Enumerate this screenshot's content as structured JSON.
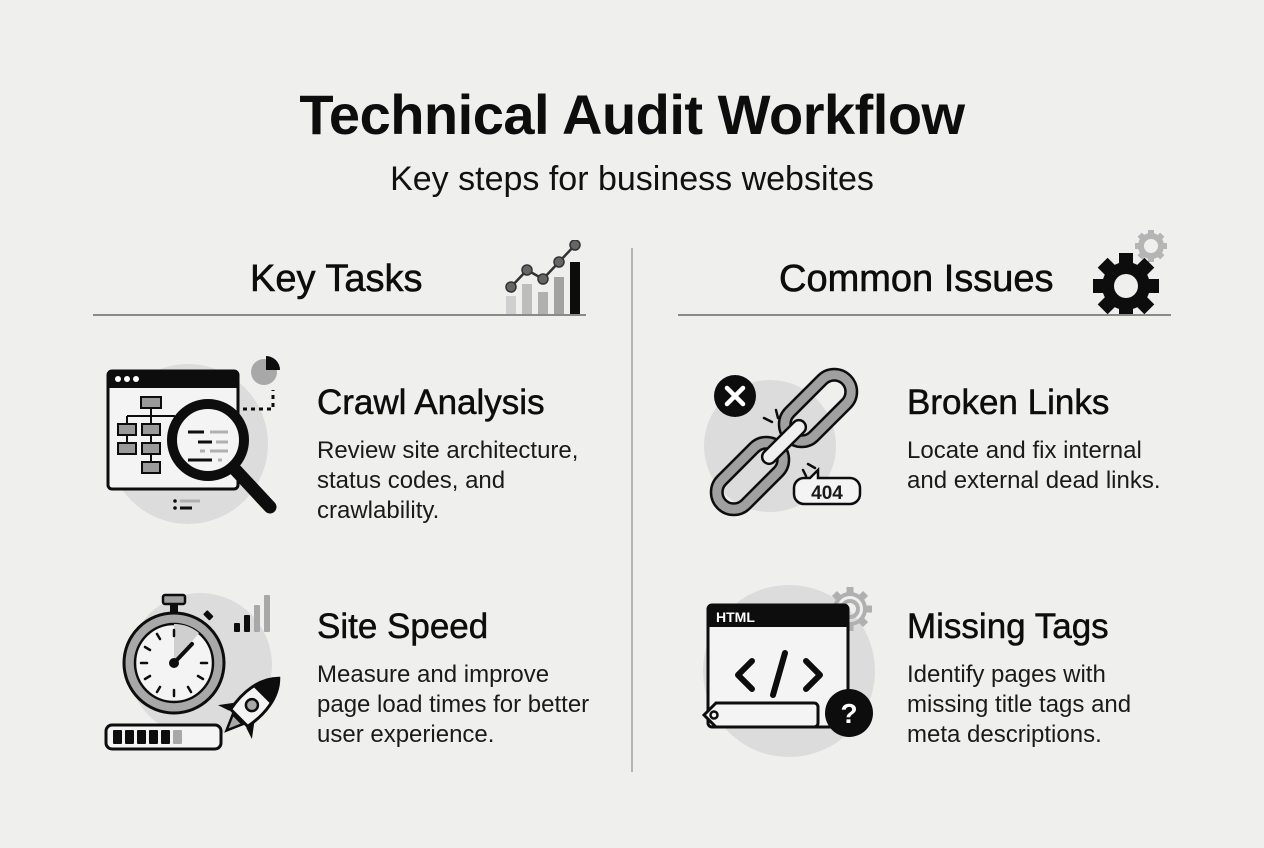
{
  "header": {
    "title": "Technical Audit Workflow",
    "subtitle": "Key steps for business websites"
  },
  "colors": {
    "background": "#efefee",
    "text": "#0d0d0d",
    "rule": "#8a8a8a",
    "icon_dark": "#0d0d0d",
    "icon_mid": "#9a9a9a",
    "icon_light": "#dcdcdc"
  },
  "sections": [
    {
      "heading": "Key Tasks",
      "icon": "bar-line-chart-icon",
      "cards": [
        {
          "title": "Crawl Analysis",
          "description": "Review site architecture,\nstatus codes, and\ncrawlability.",
          "icon": "sitemap-magnifier-icon"
        },
        {
          "title": "Site Speed",
          "description": "Measure and improve\npage load times for better\nuser experience.",
          "icon": "stopwatch-rocket-icon"
        }
      ]
    },
    {
      "heading": "Common Issues",
      "icon": "gears-icon",
      "cards": [
        {
          "title": "Broken Links",
          "description": "Locate and fix internal\nand external dead links.",
          "icon": "broken-chain-icon",
          "badge": "404"
        },
        {
          "title": "Missing Tags",
          "description": "Identify pages with\nmissing title tags and\nmeta descriptions.",
          "icon": "html-tag-question-icon",
          "badge": "HTML"
        }
      ]
    }
  ]
}
